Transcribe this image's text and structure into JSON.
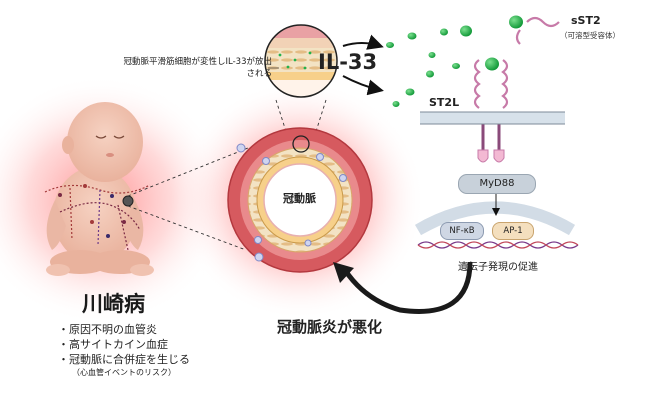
{
  "disease": {
    "title": "川崎病",
    "bullets": [
      "・原因不明の血管炎",
      "・高サイトカイン血症",
      "・冠動脈に合併症を生じる"
    ],
    "note": "（心血管イベントのリスク）"
  },
  "smooth_muscle_label": "冠動脈平滑筋細胞が変性しIL-33が放出される",
  "il33_label": "IL-33",
  "sst2": {
    "label": "sST2",
    "sub": "（可溶型受容体）"
  },
  "st2l_label": "ST2L",
  "coronary_label": "冠動脈",
  "signaling": {
    "myd88": "MyD88",
    "nfkb": "NF-κB",
    "ap1": "AP-1",
    "gene": "遺伝子発現の促進"
  },
  "outcome_label": "冠動脈炎が悪化",
  "colors": {
    "il33_dot": "#22b24c",
    "artery_wall": "#d65a5f",
    "inflammation_glow": "#ff4a4a",
    "receptor": "#c77aa8"
  }
}
